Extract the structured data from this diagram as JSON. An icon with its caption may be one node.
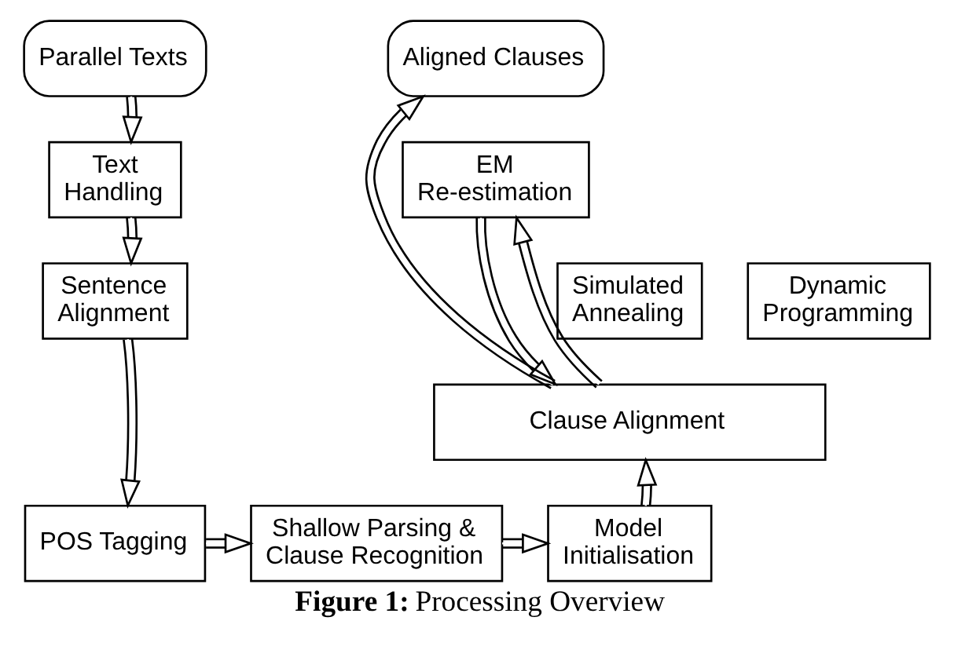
{
  "diagram": {
    "caption": "**Figure 1:** Processing Overview",
    "nodes": [
      {
        "text": [
          "Parallel Texts"
        ]
      },
      {
        "text": [
          "Text Handling"
        ]
      },
      {
        "text": [
          "Sentence Alignment"
        ]
      },
      {
        "text": [
          "POS Tagging"
        ]
      },
      {
        "text": [
          "Shallow Parsing & Clause Recognition"
        ]
      },
      {
        "text": [
          "Model Initialisation"
        ]
      },
      {
        "text": [
          "Clause Alignment"
        ]
      },
      {
        "text": [
          "Simulated Annealing"
        ]
      },
      {
        "text": [
          "Dynamic Programming"
        ]
      },
      {
        "text": [
          "EM Re-estimation"
        ]
      },
      {
        "text": [
          "Aligned Clauses"
        ]
      }
    ],
    "edges": [
      {
        "from": 0,
        "to": 1,
        "arrow": "to"
      },
      {
        "from": 1,
        "to": 2,
        "arrow": "to"
      },
      {
        "from": 2,
        "to": 3,
        "arrow": "to"
      },
      {
        "from": 3,
        "to": 4,
        "arrow": "to"
      },
      {
        "from": 4,
        "to": 5,
        "arrow": "to"
      },
      {
        "from": 5,
        "to": 6,
        "arrow": "to"
      },
      {
        "from": 6,
        "to": 10,
        "arrow": "to"
      },
      {
        "from": 6,
        "to": 9,
        "arrow": "to"
      },
      {
        "from": 9,
        "to": 6,
        "arrow": "to"
      }
    ]
  }
}
